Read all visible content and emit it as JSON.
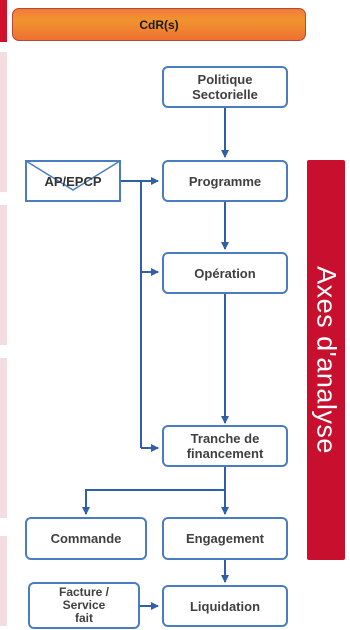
{
  "header": {
    "cdr_label": "CdR(s)"
  },
  "nodes": {
    "politique": "Politique\nSectorielle",
    "ap_epcp": "AP/EPCP",
    "programme": "Programme",
    "operation": "Opération",
    "tranche": "Tranche de\nfinancement",
    "commande": "Commande",
    "engagement": "Engagement",
    "facture": "Facture /\nService\nfait",
    "liquidation": "Liquidation"
  },
  "side_panel": {
    "label": "Axes d'analyse"
  },
  "colors": {
    "node_border": "#4a7dbf",
    "arrow": "#2f5fa8",
    "node_text": "#404040",
    "axes_bar": "#c8102e",
    "header_fill": "#f0942e",
    "left_accent": "#d1112b"
  },
  "icons": {
    "ap_epcp_shape": "envelope-icon"
  }
}
